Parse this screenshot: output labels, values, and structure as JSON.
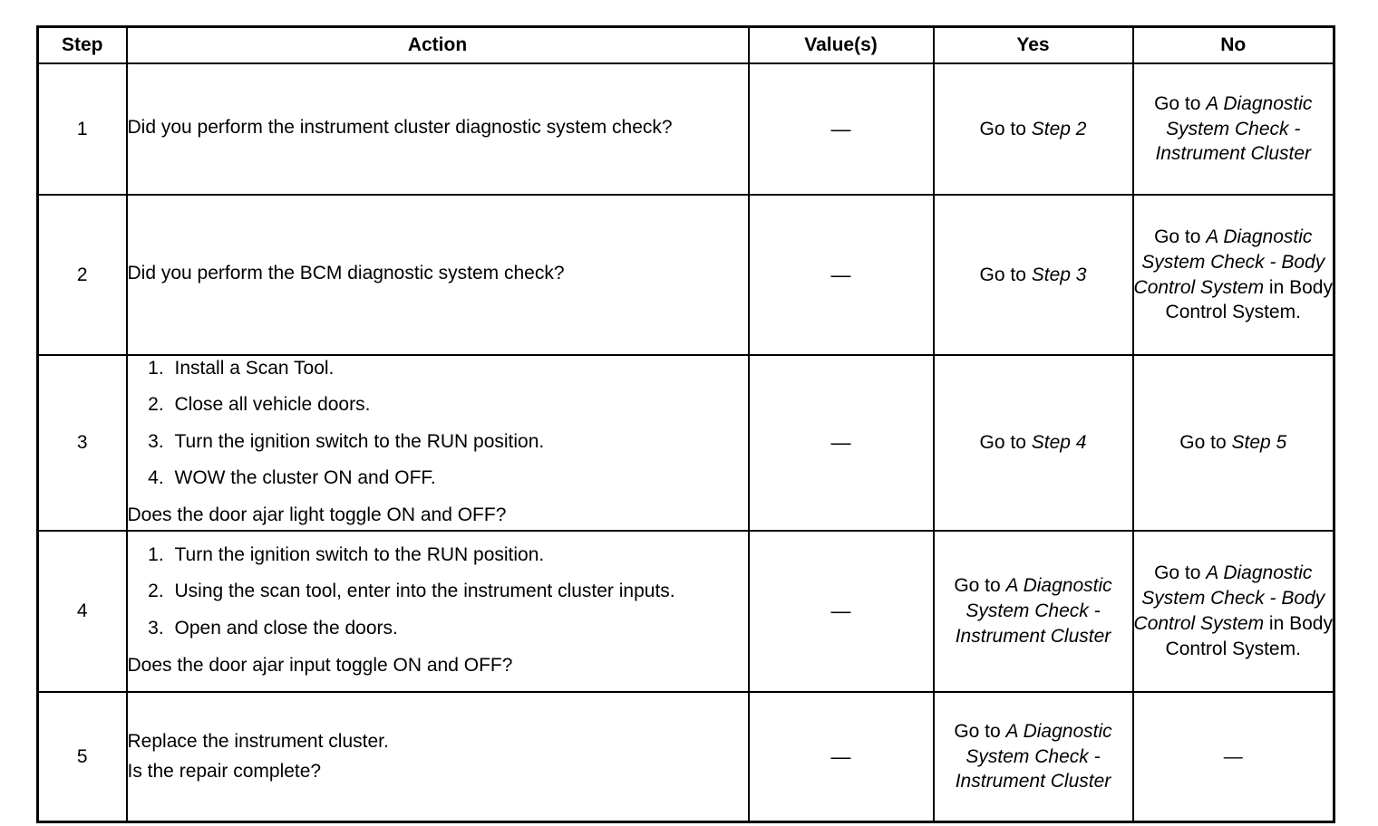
{
  "table": {
    "headers": {
      "step": "Step",
      "action": "Action",
      "values": "Value(s)",
      "yes": "Yes",
      "no": "No"
    },
    "value_dash": "—",
    "rows": [
      {
        "step": "1",
        "action": {
          "question": "Did you perform the instrument cluster diagnostic system check?",
          "list": [],
          "tail": ""
        },
        "value": "—",
        "yes": {
          "prefix": "Go to ",
          "italic": "Step 2",
          "suffix": "",
          "align": "bottom"
        },
        "no": {
          "prefix": "Go to ",
          "italic": "A Diagnostic System Check - Instrument Cluster",
          "suffix": "",
          "align": "top"
        }
      },
      {
        "step": "2",
        "action": {
          "question": "Did you perform the BCM diagnostic system check?",
          "list": [],
          "tail": ""
        },
        "value": "—",
        "yes": {
          "prefix": "Go to ",
          "italic": "Step 3",
          "suffix": "",
          "align": "bottom"
        },
        "no": {
          "prefix": "Go to ",
          "italic": "A Diagnostic System Check - Body Control System",
          "suffix": " in Body Control System.",
          "align": "top"
        }
      },
      {
        "step": "3",
        "action": {
          "question": "",
          "list": [
            "Install a Scan Tool.",
            "Close all vehicle doors.",
            "Turn the ignition switch to the RUN position.",
            "WOW the cluster ON and OFF."
          ],
          "tail": "Does the door ajar light toggle ON and OFF?"
        },
        "value": "—",
        "yes": {
          "prefix": "Go to ",
          "italic": "Step 4",
          "suffix": "",
          "align": "bottom"
        },
        "no": {
          "prefix": "Go to ",
          "italic": "Step 5",
          "suffix": "",
          "align": "bottom"
        }
      },
      {
        "step": "4",
        "action": {
          "question": "",
          "list": [
            "Turn the ignition switch to the RUN position.",
            "Using the scan tool, enter into the instrument cluster inputs.",
            "Open and close the doors."
          ],
          "tail": "Does the door ajar input toggle ON and OFF?"
        },
        "value": "—",
        "yes": {
          "prefix": "Go to ",
          "italic": "A Diagnostic System Check - Instrument Cluster",
          "suffix": "",
          "align": "middle"
        },
        "no": {
          "prefix": "Go to ",
          "italic": "A Diagnostic System Check - Body Control System",
          "suffix": " in Body Control System.",
          "align": "top"
        }
      },
      {
        "step": "5",
        "action": {
          "question": "Replace the instrument cluster.",
          "list": [],
          "tail": "Is the repair complete?"
        },
        "value": "—",
        "yes": {
          "prefix": "Go to ",
          "italic": "A Diagnostic System Check - Instrument Cluster",
          "suffix": "",
          "align": "top"
        },
        "no": {
          "prefix": "",
          "italic": "",
          "suffix": "—",
          "align": "middle"
        }
      }
    ]
  }
}
